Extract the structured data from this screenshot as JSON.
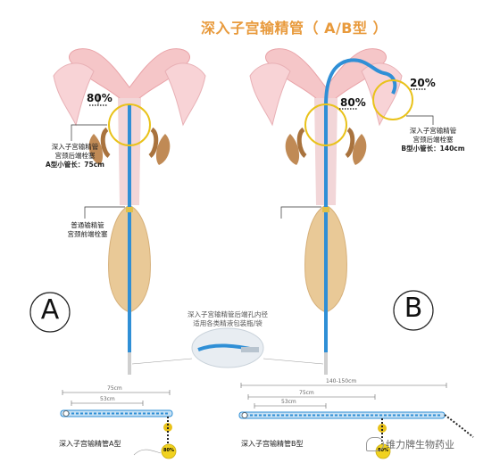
{
  "title": "深入子宫输精管（ A/B型 ）",
  "diagram_a": {
    "letter": "A",
    "percent": "80%",
    "deep_label": [
      "深入子宫输精管",
      "宫颈后端栓塞"
    ],
    "tube_length": "A型小管长：75cm",
    "normal_label": [
      "普通输精管",
      "宫颈前端栓塞"
    ]
  },
  "diagram_b": {
    "letter": "B",
    "percent_main": "80%",
    "percent_side": "20%",
    "deep_label": [
      "深入子宫输精管",
      "宫颈后端栓塞"
    ],
    "tube_length": "B型小管长：140cm"
  },
  "center_note": [
    "深入子宫输精管后端孔内径",
    "适用各类精液包装瓶/袋"
  ],
  "bottom_a": {
    "dim_outer": "75cm",
    "dim_inner": "53cm",
    "title": "深入子宫输精管A型",
    "badge": "80%"
  },
  "bottom_b": {
    "dim_outer": "140-150cm",
    "dim_mid": "75cm",
    "dim_inner": "53cm",
    "title": "深入子宫输精管B型",
    "badge": "80%"
  },
  "logo": "维力牌生物药业",
  "colors": {
    "accent": "#e89a3c",
    "tube": "#2f8fd6",
    "uterus": "#f5c6c8",
    "circle": "#e9c21a"
  }
}
